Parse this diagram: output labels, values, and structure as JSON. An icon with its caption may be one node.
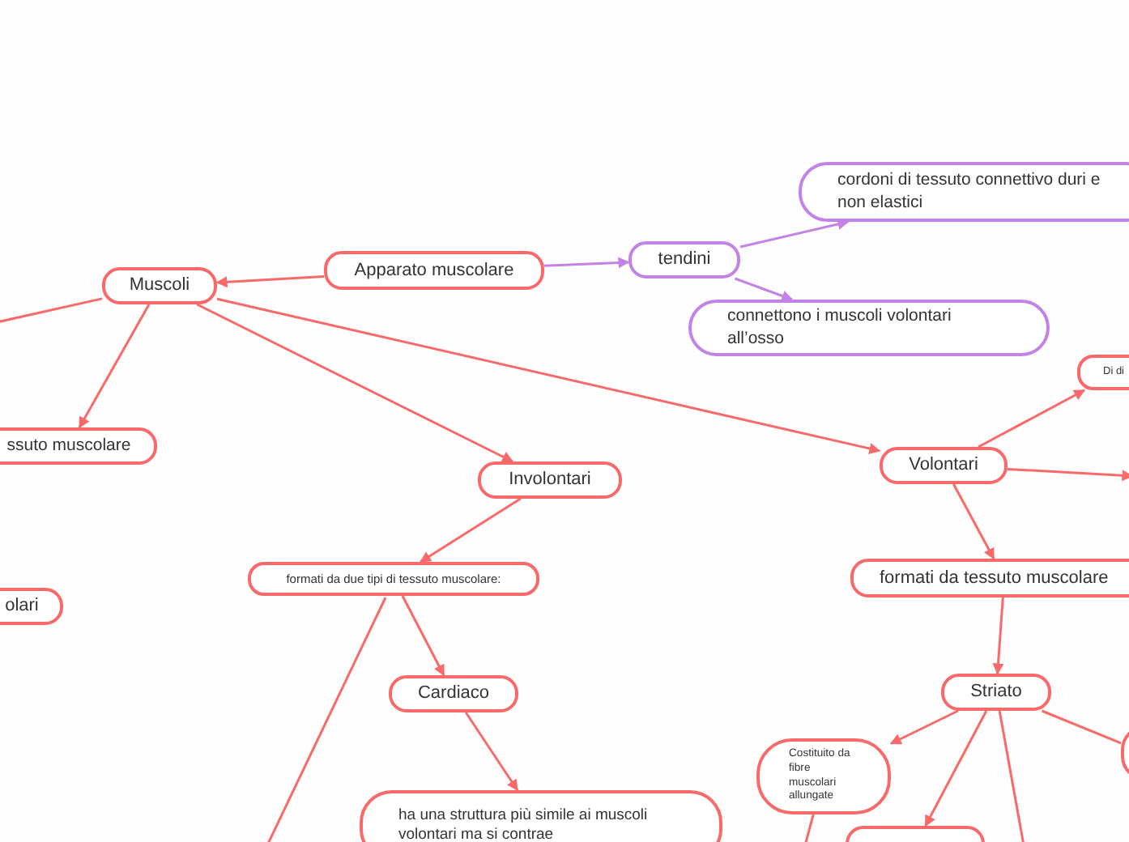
{
  "diagram": {
    "nodes": [
      {
        "text": [
          "Apparato muscolare"
        ]
      },
      {
        "text": [
          "Muscoli"
        ]
      },
      {
        "text": [
          "tendini"
        ]
      },
      {
        "text": [
          "cordoni di tessuto connettivo duri e non elastici"
        ]
      },
      {
        "text": [
          "connettono i muscoli volontari all’osso"
        ]
      },
      {
        "text": [
          "ssuto muscolare"
        ]
      },
      {
        "text": [
          "Involontari"
        ]
      },
      {
        "text": [
          "Di di"
        ]
      },
      {
        "text": [
          "Volontari"
        ]
      },
      {
        "text": [
          "olari"
        ]
      },
      {
        "text": [
          "formati da due tipi di tessuto muscolare:"
        ]
      },
      {
        "text": [
          "formati da tessuto muscolare"
        ]
      },
      {
        "text": [
          "Cardiaco"
        ]
      },
      {
        "text": [
          "Striato"
        ]
      },
      {
        "text": [
          "Costituito da fibre muscolari allungate"
        ]
      },
      {
        "text": [
          "ha una struttura più simile ai muscoli volontari ma si contrae"
        ]
      },
      {
        "text": [],
        "shape": "box"
      },
      {
        "text": [],
        "shape": "box"
      }
    ],
    "edges": [
      {
        "from": 0,
        "to": 1,
        "arrow": "to"
      },
      {
        "from": 0,
        "to": 2,
        "arrow": "to",
        "color": "#c383e6"
      },
      {
        "from": 2,
        "to": 3,
        "arrow": "to",
        "color": "#c383e6"
      },
      {
        "from": 2,
        "to": 4,
        "arrow": "to",
        "color": "#c383e6"
      },
      {
        "from": 1,
        "to": null,
        "arrow": "none"
      },
      {
        "from": 1,
        "to": 5,
        "arrow": "to"
      },
      {
        "from": 1,
        "to": 6,
        "arrow": "to"
      },
      {
        "from": 1,
        "to": 8,
        "arrow": "to"
      },
      {
        "from": 8,
        "to": 7,
        "arrow": "to"
      },
      {
        "from": 8,
        "to": null,
        "arrow": "to"
      },
      {
        "from": 8,
        "to": 11,
        "arrow": "to"
      },
      {
        "from": 6,
        "to": 10,
        "arrow": "to"
      },
      {
        "from": 10,
        "to": 12,
        "arrow": "to"
      },
      {
        "from": 12,
        "to": 15,
        "arrow": "to"
      },
      {
        "from": 10,
        "to": null,
        "arrow": "none"
      },
      {
        "from": 11,
        "to": 13,
        "arrow": "to"
      },
      {
        "from": 13,
        "to": 14,
        "arrow": "to"
      },
      {
        "from": 13,
        "to": 16,
        "arrow": "to"
      },
      {
        "from": 13,
        "to": null,
        "arrow": "none"
      },
      {
        "from": 13,
        "to": 17,
        "arrow": "none"
      },
      {
        "from": 14,
        "to": null,
        "arrow": "none"
      }
    ]
  }
}
